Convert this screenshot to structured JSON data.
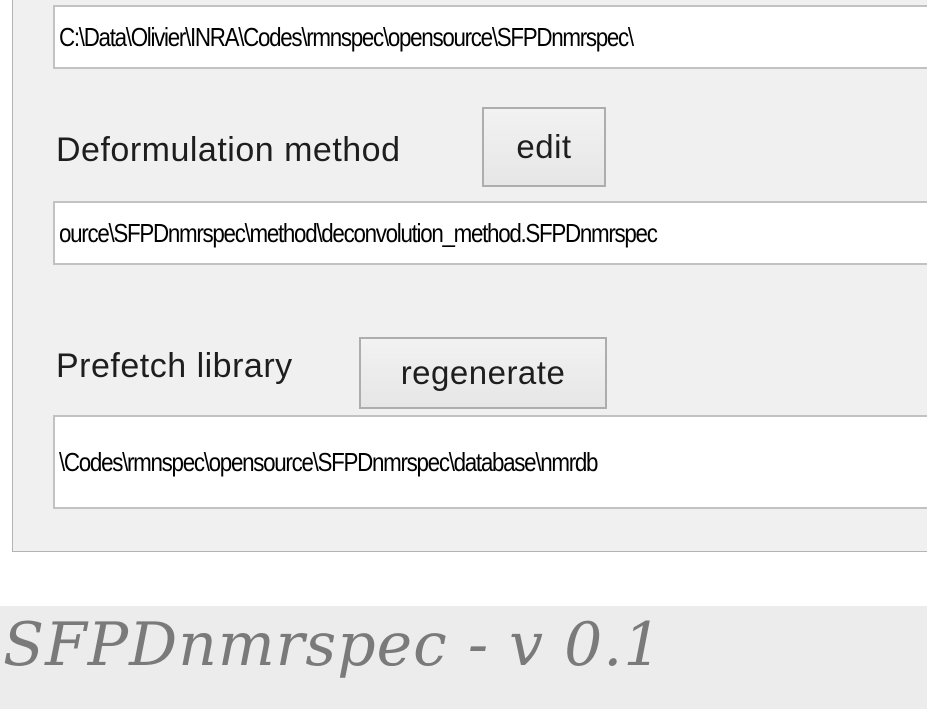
{
  "fields": {
    "data_path": "C:\\Data\\Olivier\\INRA\\Codes\\rmnspec\\opensource\\SFPDnmrspec\\",
    "method_path": "ource\\SFPDnmrspec\\method\\deconvolution_method.SFPDnmrspec",
    "library_path": "\\Codes\\rmnspec\\opensource\\SFPDnmrspec\\database\\nmrdb"
  },
  "deformulation": {
    "label": "Deformulation method",
    "button": "edit"
  },
  "prefetch": {
    "label": "Prefetch library",
    "button": "regenerate"
  },
  "footer": {
    "title": "SFPDnmrspec - v 0.1"
  }
}
